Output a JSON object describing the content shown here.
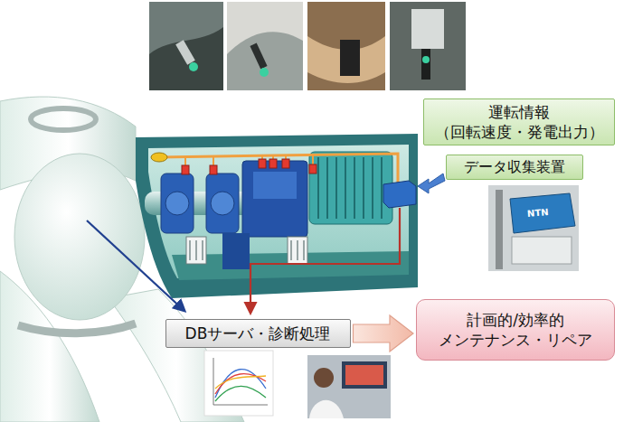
{
  "diagram": {
    "nodes": [
      {
        "text": [
          "運転情報 （回転速度・発電出力）"
        ]
      },
      {
        "text": [
          "データ収集装置"
        ]
      },
      {
        "text": [
          "DBサーバ・診断処理"
        ]
      },
      {
        "text": [
          "計画的/効率的 メンテナンス・リペア"
        ]
      }
    ],
    "edges": [
      {
        "from": 2,
        "to": 3,
        "arrow": "to"
      }
    ],
    "labels": [
      "NTN"
    ]
  }
}
